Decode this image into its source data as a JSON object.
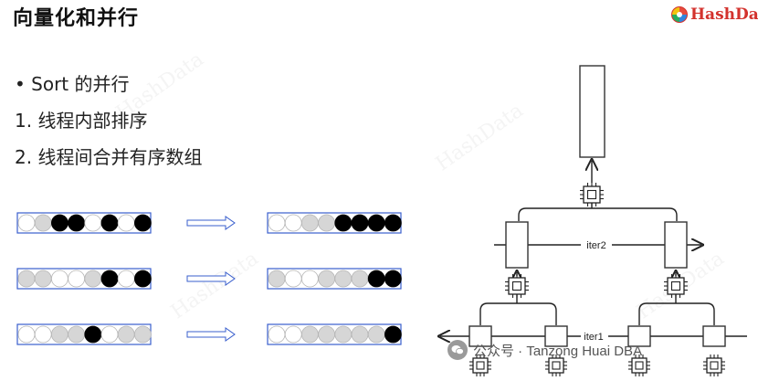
{
  "page": {
    "title": "向量化和并行"
  },
  "logo": {
    "text": "HashData"
  },
  "bullets": {
    "b1": "• Sort 的并行",
    "b2": "1.   线程内部排序",
    "b3": "2.   线程间合并有序数组"
  },
  "diagram": {
    "iter2_label": "iter2",
    "iter1_label": "iter1",
    "rows": [
      {
        "before": [
          "w",
          "g",
          "b",
          "b",
          "w",
          "b",
          "w",
          "b"
        ],
        "after": [
          "w",
          "w",
          "g",
          "g",
          "b",
          "b",
          "b",
          "b"
        ]
      },
      {
        "before": [
          "g",
          "g",
          "w",
          "w",
          "g",
          "b",
          "w",
          "b"
        ],
        "after": [
          "g",
          "w",
          "w",
          "g",
          "g",
          "g",
          "b",
          "b"
        ]
      },
      {
        "before": [
          "w",
          "w",
          "g",
          "g",
          "b",
          "w",
          "g",
          "g"
        ],
        "after": [
          "w",
          "w",
          "g",
          "g",
          "g",
          "g",
          "g",
          "b"
        ]
      }
    ]
  },
  "watermark": {
    "text": "HashData"
  },
  "footer": {
    "text": "公众号 · Tanzong Huai DBA"
  },
  "colors": {
    "brand": "#d3322d",
    "arrow_blue": "#3a5fcd",
    "circle_black": "#000000",
    "circle_gray": "#d6d6d6"
  }
}
